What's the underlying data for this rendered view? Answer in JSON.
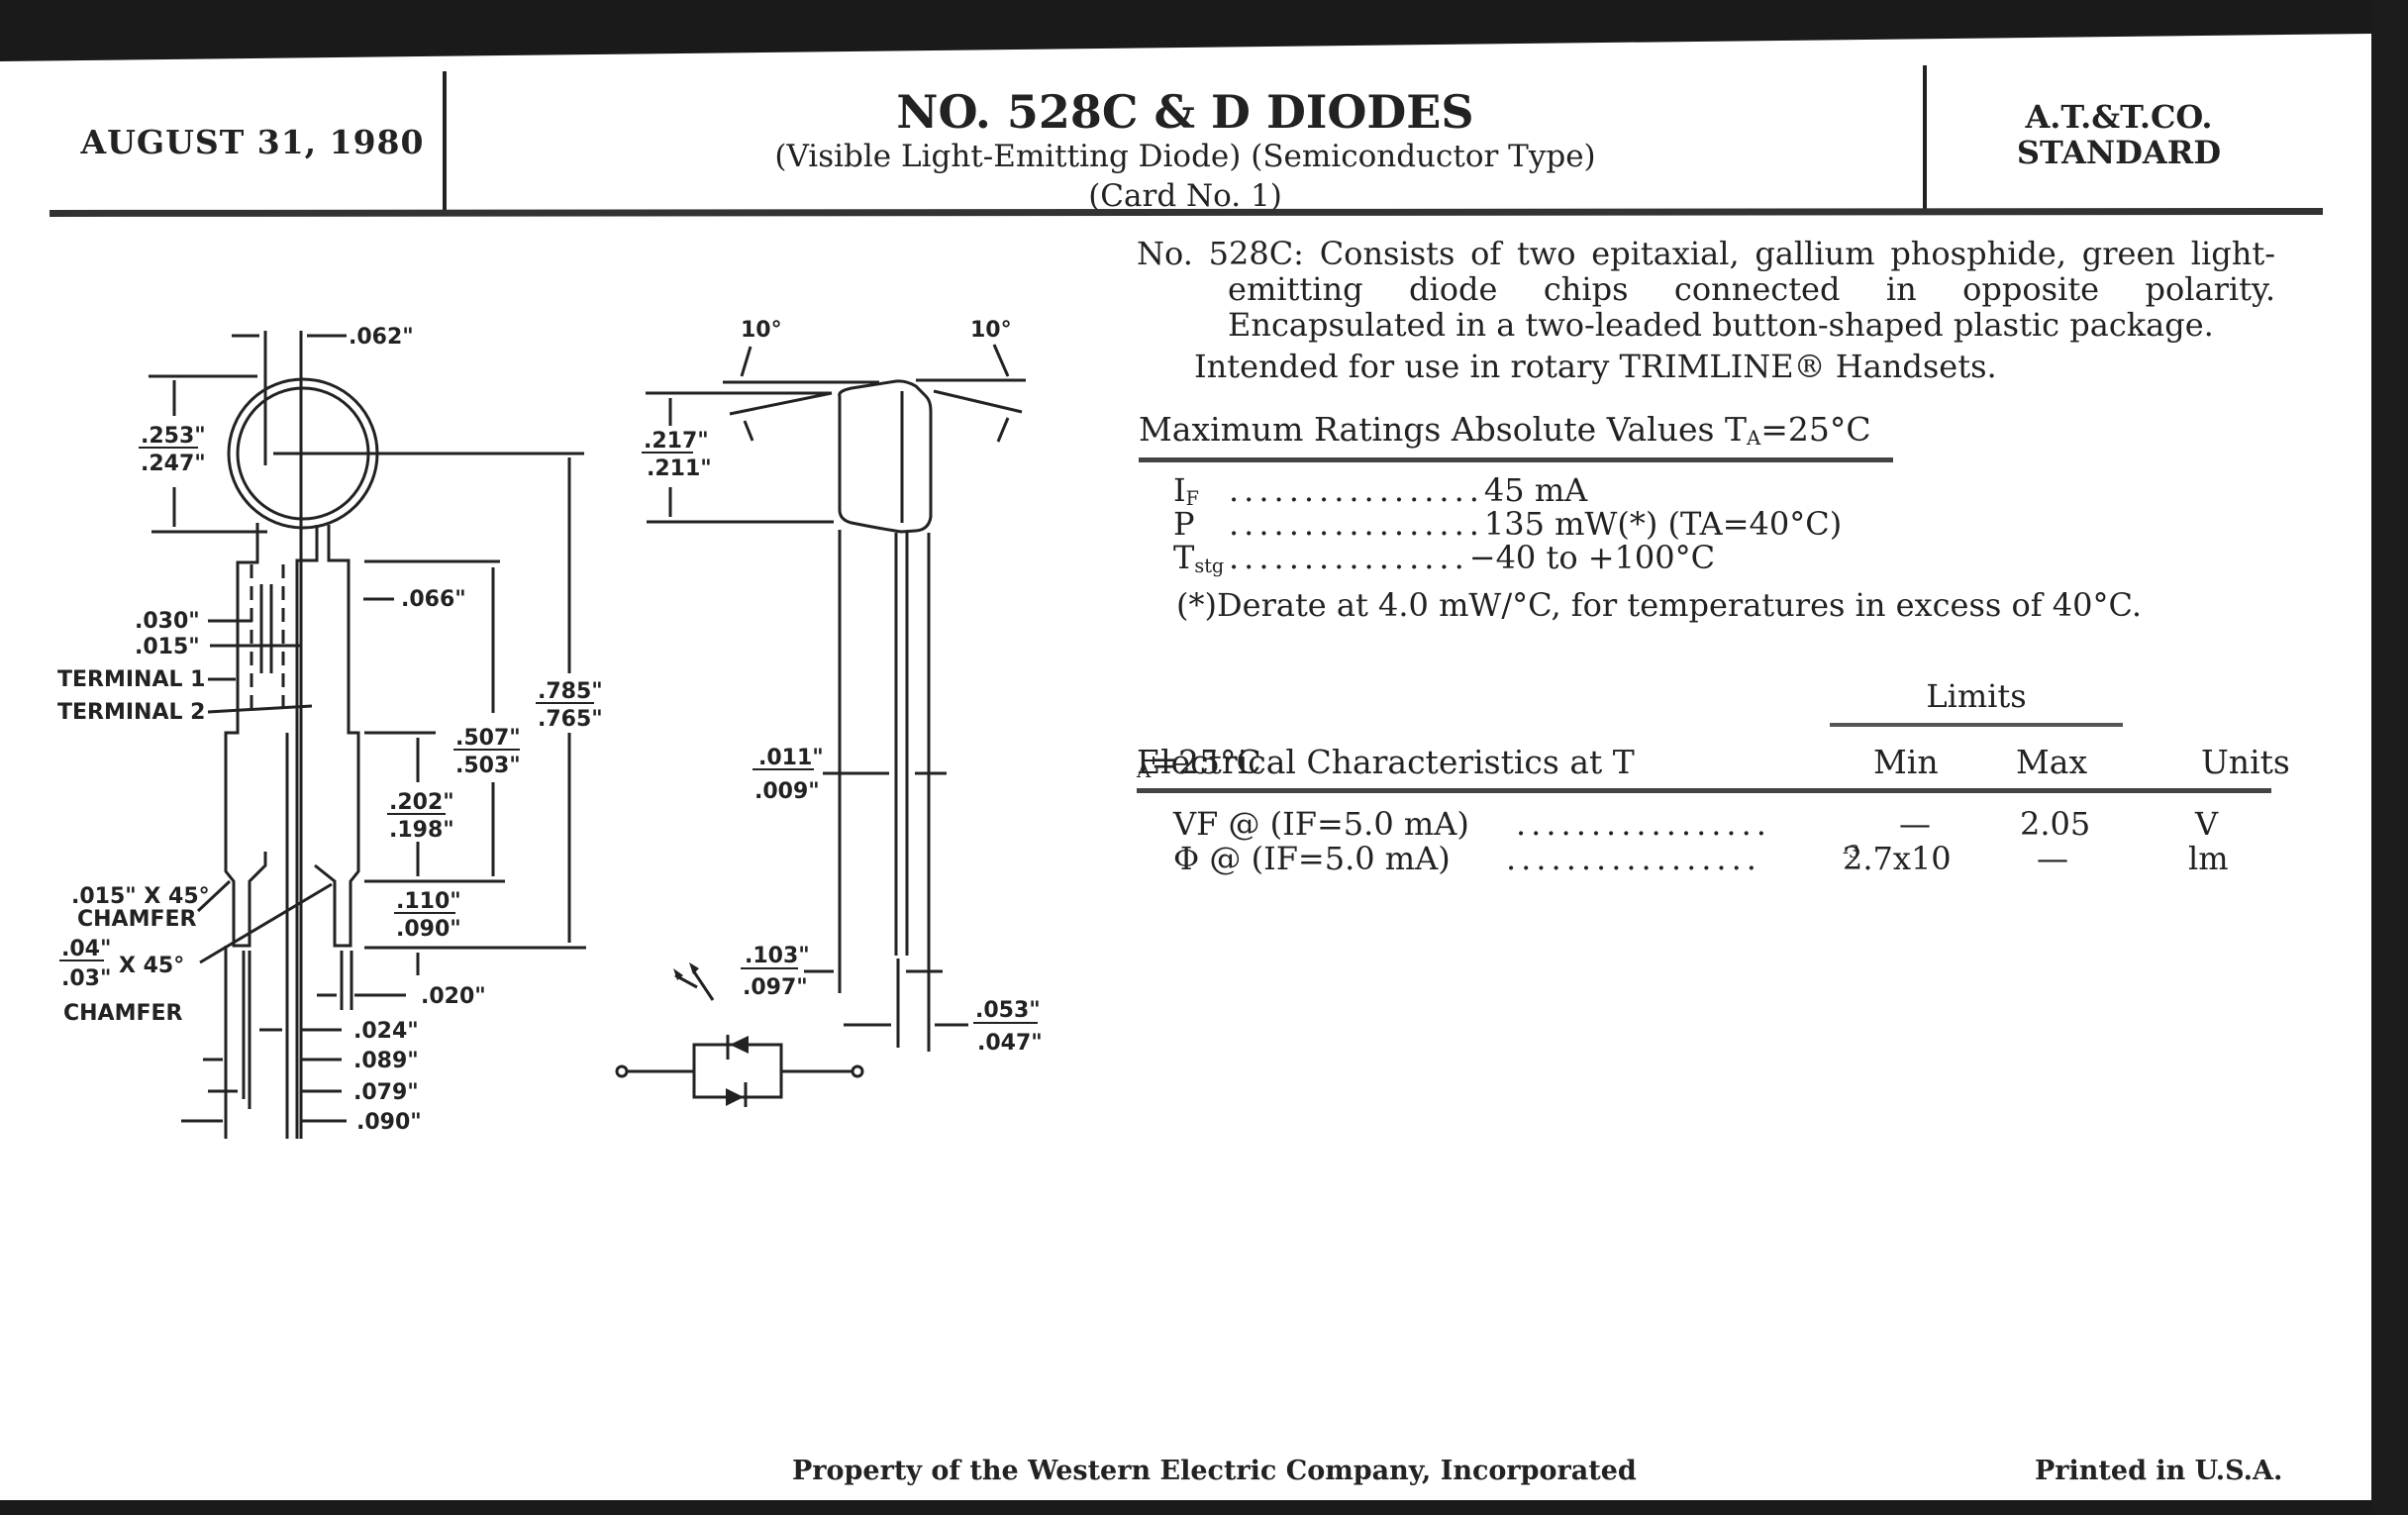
{
  "header": {
    "date": "AUGUST 31, 1980",
    "title": "NO. 528C & D DIODES",
    "subtitle": "(Visible Light-Emitting Diode) (Semiconductor Type)",
    "card_no": "(Card No. 1)",
    "standard_line1": "A.T.&T.CO.",
    "standard_line2": "STANDARD"
  },
  "description": {
    "paragraph1": "No. 528C: Consists of two epitaxial, gallium phosphide, green light-emitting diode chips connected in opposite polarity. Encapsulated in a two-leaded button-shaped plastic package.",
    "paragraph2": "Intended for use in rotary TRIMLINE® Handsets."
  },
  "max_ratings": {
    "title_prefix": "Maximum Ratings Absolute Values T",
    "title_sub": "A",
    "title_suffix": "=25°C",
    "rows": [
      {
        "symbol": "I",
        "symbol_sub": "F",
        "dots": ".................",
        "value": "45 mA"
      },
      {
        "symbol": "P",
        "symbol_sub": "",
        "dots": ".................",
        "value": "135 mW(*) (TA=40°C)"
      },
      {
        "symbol": "T",
        "symbol_sub": "stg",
        "dots": "................",
        "value": "−40 to +100°C"
      }
    ],
    "note": "(*)Derate at 4.0 mW/°C, for temperatures in excess of 40°C."
  },
  "electrical": {
    "limits_label": "Limits",
    "title_prefix": "Electrical Characteristics at T",
    "title_sub": "A",
    "title_suffix": "=25°C",
    "col_min": "Min",
    "col_max": "Max",
    "col_units": "Units",
    "rows": [
      {
        "param": "VF @ (IF=5.0 mA)",
        "dots": ".................",
        "min": "—",
        "max": "2.05",
        "units": "V"
      },
      {
        "param": "Φ @ (IF=5.0 mA)",
        "dots": ".................",
        "min": "2.7x10",
        "min_exp": "-3",
        "max": "—",
        "units": "lm"
      }
    ]
  },
  "drawing_labels": {
    "d062": ".062\"",
    "d253": ".253\"",
    "d247": ".247\"",
    "d066": ".066\"",
    "d030": ".030\"",
    "d015": ".015\"",
    "terminal1": "TERMINAL 1",
    "terminal2": "TERMINAL 2",
    "d785": ".785\"",
    "d765": ".765\"",
    "d507": ".507\"",
    "d503": ".503\"",
    "d202": ".202\"",
    "d198": ".198\"",
    "d110": ".110\"",
    "d090a": ".090\"",
    "chamfer1": ".015\" X 45°",
    "chamfer1b": "CHAMFER",
    "chamfer2_top": ".04\"",
    "chamfer2_bot": ".03\"",
    "chamfer2_x": "X 45°",
    "chamfer2b": "CHAMFER",
    "d020": ".020\"",
    "d024": ".024\"",
    "d089": ".089\"",
    "d079": ".079\"",
    "d090b": ".090\"",
    "angle1": "10°",
    "angle2": "10°",
    "d217": ".217\"",
    "d211": ".211\"",
    "d011": ".011\"",
    "d009": ".009\"",
    "d103": ".103\"",
    "d097": ".097\"",
    "d053": ".053\"",
    "d047": ".047\""
  },
  "footer": {
    "left": "Property of the Western Electric Company, Incorporated",
    "right": "Printed in U.S.A."
  }
}
